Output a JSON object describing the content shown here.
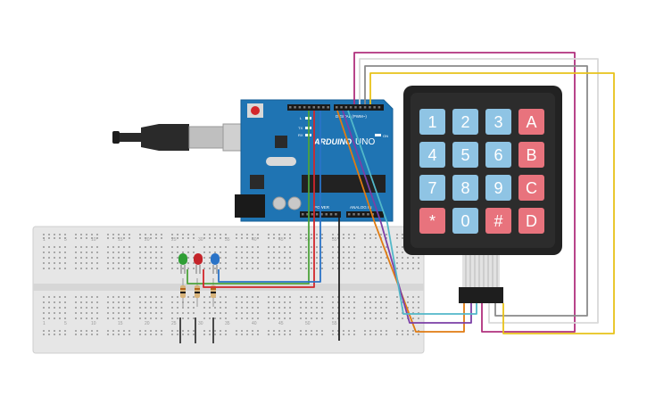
{
  "colors": {
    "board_blue": "#1f74b3",
    "board_blue_dark": "#155e94",
    "keypad_body": "#222222",
    "key_blue": "#8fc4e4",
    "key_red": "#e8737d",
    "breadboard": "#e8e8e8",
    "wire_magenta": "#b0307d",
    "wire_gray": "#8a8a8a",
    "wire_white": "#d9d9d9",
    "wire_yellow": "#e8c21a",
    "wire_orange": "#e07b12",
    "wire_purple": "#7b3fa6",
    "wire_cyan": "#52b8c9",
    "wire_green": "#4da33b",
    "wire_red": "#d3262b",
    "wire_black": "#222222",
    "led_green": "#2f9e35",
    "led_red": "#c4242a",
    "led_blue": "#2a73c7"
  },
  "arduino": {
    "brand": "ARDUINO",
    "model": "UNO",
    "digital_label": "DIGITAL (PWM~)",
    "power_label": "POWER",
    "analog_label": "ANALOG IN",
    "on_label": "ON",
    "tx_label": "TX",
    "rx_label": "RX",
    "l_label": "L"
  },
  "keypad": {
    "keys": [
      {
        "label": "1",
        "type": "num"
      },
      {
        "label": "2",
        "type": "num"
      },
      {
        "label": "3",
        "type": "num"
      },
      {
        "label": "A",
        "type": "letter"
      },
      {
        "label": "4",
        "type": "num"
      },
      {
        "label": "5",
        "type": "num"
      },
      {
        "label": "6",
        "type": "num"
      },
      {
        "label": "B",
        "type": "letter"
      },
      {
        "label": "7",
        "type": "num"
      },
      {
        "label": "8",
        "type": "num"
      },
      {
        "label": "9",
        "type": "num"
      },
      {
        "label": "C",
        "type": "letter"
      },
      {
        "label": "*",
        "type": "letter"
      },
      {
        "label": "0",
        "type": "num"
      },
      {
        "label": "#",
        "type": "letter"
      },
      {
        "label": "D",
        "type": "letter"
      }
    ]
  },
  "breadboard": {
    "column_numbers": [
      "1",
      "5",
      "10",
      "15",
      "20",
      "25",
      "30",
      "35",
      "40",
      "45",
      "50",
      "55"
    ]
  },
  "leds": [
    {
      "name": "green",
      "color_key": "led_green"
    },
    {
      "name": "red",
      "color_key": "led_red"
    },
    {
      "name": "blue",
      "color_key": "led_blue"
    }
  ]
}
